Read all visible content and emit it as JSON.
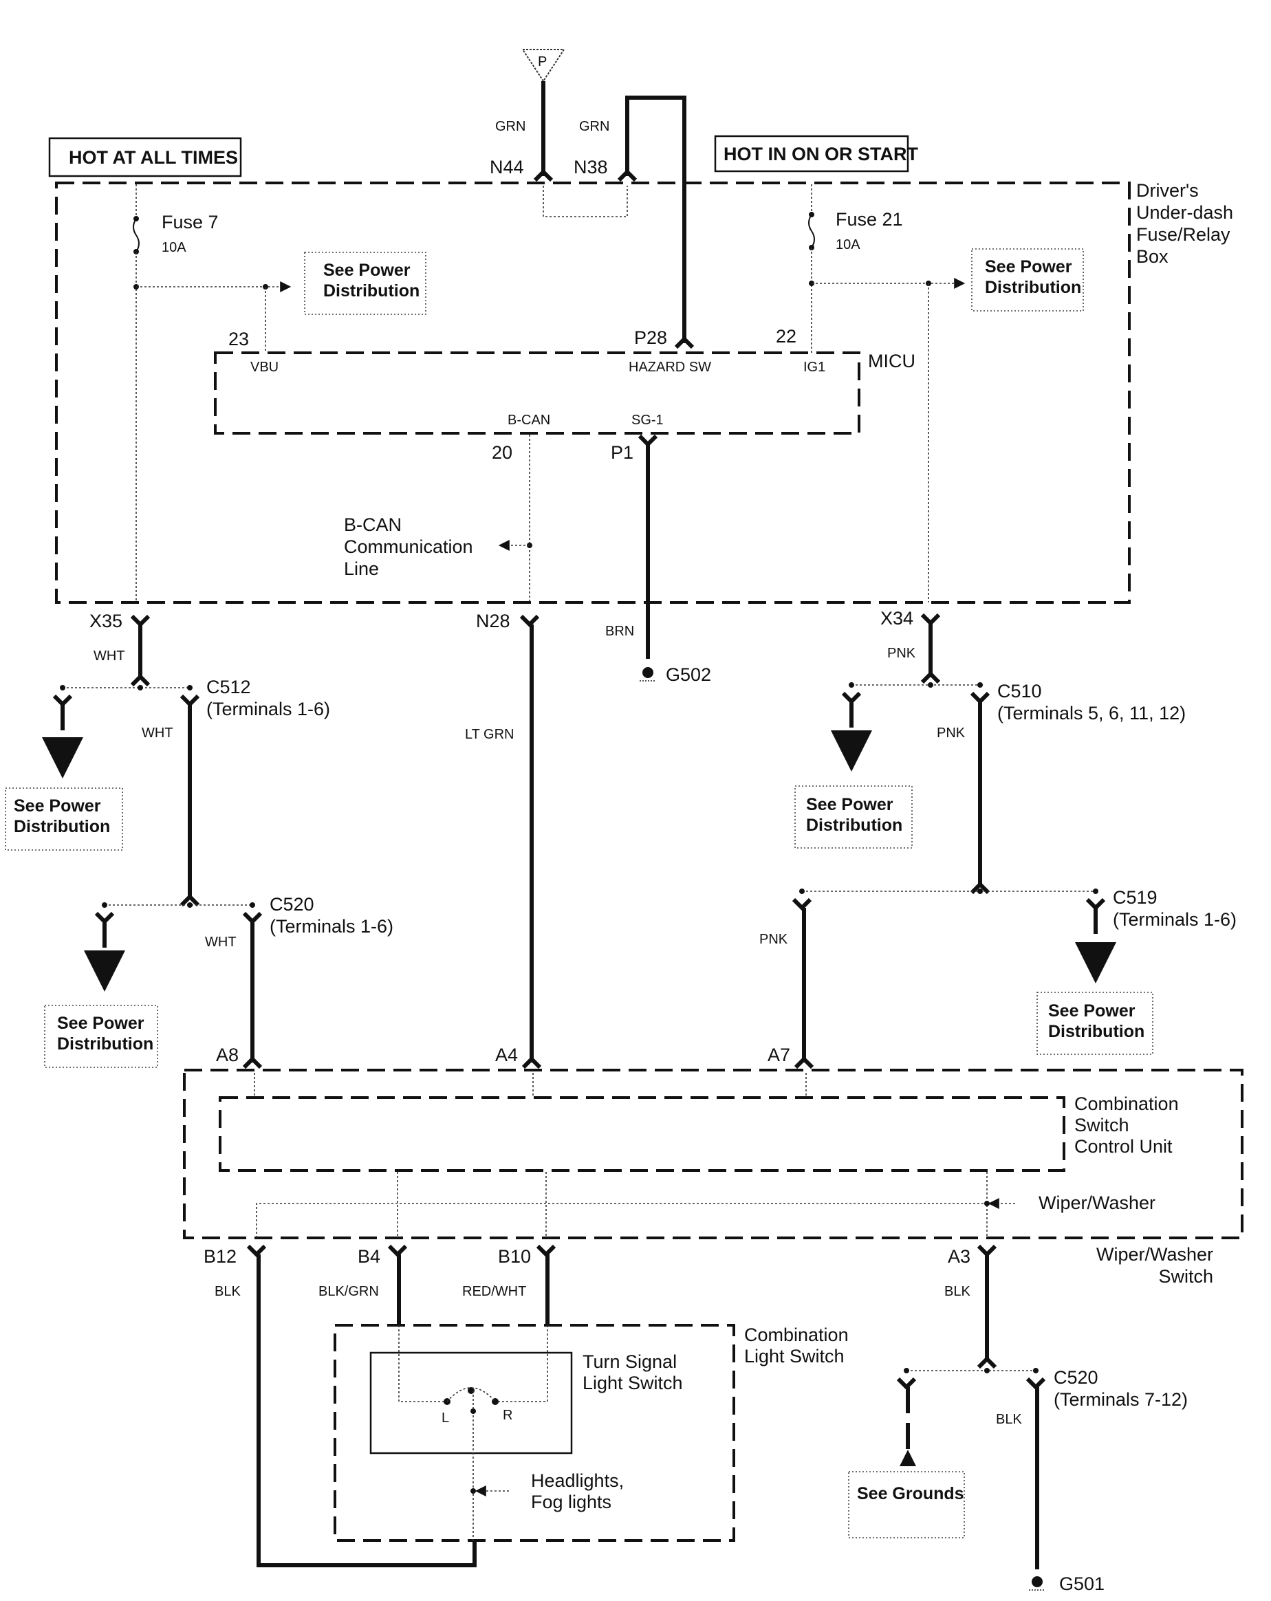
{
  "title_boxes": {
    "hot_at_all_times": "HOT AT ALL TIMES",
    "hot_in_on_or_start": "HOT IN ON OR START"
  },
  "power_source": {
    "symbol": "P"
  },
  "fuse_box": {
    "name_lines": [
      "Driver's",
      "Under-dash",
      "Fuse/Relay",
      "Box"
    ],
    "fuse7": {
      "name": "Fuse 7",
      "rating": "10A",
      "terminal": "23"
    },
    "fuse21": {
      "name": "Fuse 21",
      "rating": "10A",
      "terminal": "22"
    },
    "connectors": {
      "n44": "N44",
      "n38": "N38",
      "p28": "P28",
      "p1": "P1",
      "t20": "20",
      "x35": "X35",
      "n28": "N28",
      "x34": "X34"
    },
    "bcan_label_lines": [
      "B-CAN",
      "Communication",
      "Line"
    ]
  },
  "micu": {
    "name": "MICU",
    "pins": {
      "vbu": "VBU",
      "hazard_sw": "HAZARD SW",
      "ig1": "IG1",
      "bcan": "B-CAN",
      "sg1": "SG-1"
    }
  },
  "wire_colors": {
    "n44": "GRN",
    "n38": "GRN",
    "x35": "WHT",
    "c512_out": "WHT",
    "c520_out": "WHT",
    "n28": "LT GRN",
    "p1": "BRN",
    "x34": "PNK",
    "c510_out": "PNK",
    "c519_out": "PNK",
    "b12": "BLK",
    "b4": "BLK/GRN",
    "b10": "RED/WHT",
    "a3": "BLK",
    "c520b_out": "BLK"
  },
  "splices": {
    "c512": {
      "name": "C512",
      "terminals": "(Terminals 1-6)"
    },
    "c520a": {
      "name": "C520",
      "terminals": "(Terminals 1-6)"
    },
    "c510": {
      "name": "C510",
      "terminals": "(Terminals 5, 6, 11, 12)"
    },
    "c519": {
      "name": "C519",
      "terminals": "(Terminals 1-6)"
    },
    "c520b": {
      "name": "C520",
      "terminals": "(Terminals 7-12)"
    }
  },
  "references": {
    "see_power_lines": [
      "See Power",
      "Distribution"
    ],
    "see_grounds": "See Grounds"
  },
  "grounds": {
    "g502": "G502",
    "g501": "G501"
  },
  "combination_switch": {
    "control_unit_lines": [
      "Combination",
      "Switch",
      "Control Unit"
    ],
    "wiper_washer": "Wiper/Washer",
    "wiper_washer_switch_lines": [
      "Wiper/Washer",
      "Switch"
    ],
    "pins_top": {
      "a8": "A8",
      "a4": "A4",
      "a7": "A7"
    },
    "pins_bottom": {
      "b12": "B12",
      "b4": "B4",
      "b10": "B10",
      "a3": "A3"
    }
  },
  "combination_light_switch": {
    "name_lines": [
      "Combination",
      "Light Switch"
    ],
    "turn_signal_lines": [
      "Turn Signal",
      "Light Switch"
    ],
    "left": "L",
    "right": "R",
    "headlights_lines": [
      "Headlights,",
      "Fog lights"
    ]
  }
}
